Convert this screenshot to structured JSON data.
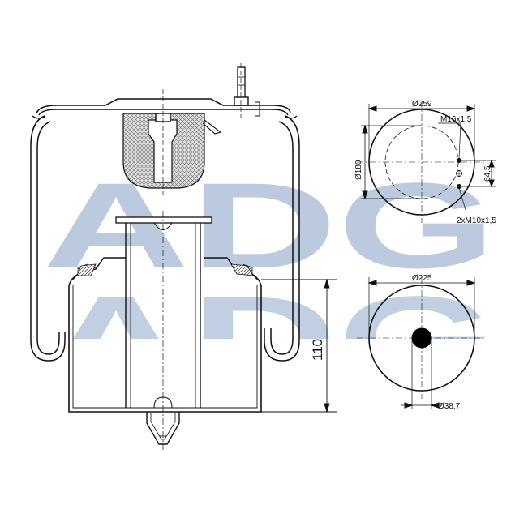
{
  "watermark": {
    "text": "ADG",
    "color": "#b8c8de"
  },
  "side_view": {
    "height_dimension": "110"
  },
  "top_plate_view": {
    "outer_diameter": "Ø259",
    "bolt_circle_diameter": "Ø180",
    "center_stud": "M16x1,5",
    "stud_spacing": "64,5",
    "side_studs": "2xM10x1,5"
  },
  "bottom_piston_view": {
    "outer_diameter": "Ø225",
    "hole_diameter": "Ø38,7"
  },
  "colors": {
    "line": "#111111",
    "hatch": "#9a9a9a",
    "accent": "#000000"
  }
}
